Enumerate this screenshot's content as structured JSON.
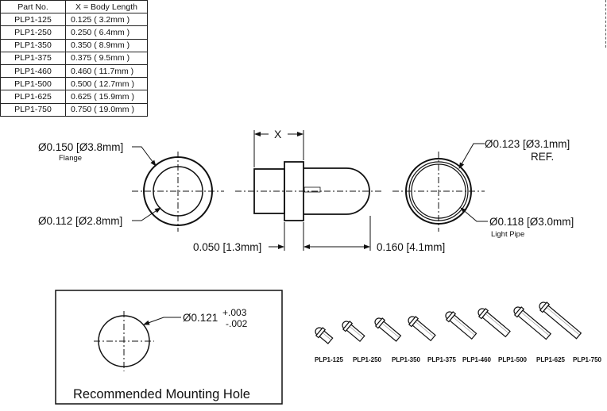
{
  "table": {
    "headers": [
      "Part No.",
      "X = Body Length"
    ],
    "rows": [
      {
        "part": "PLP1-125",
        "length": "0.125 ( 3.2mm )"
      },
      {
        "part": "PLP1-250",
        "length": "0.250 ( 6.4mm )"
      },
      {
        "part": "PLP1-350",
        "length": "0.350 ( 8.9mm )"
      },
      {
        "part": "PLP1-375",
        "length": "0.375 ( 9.5mm )"
      },
      {
        "part": "PLP1-460",
        "length": "0.460 ( 11.7mm )"
      },
      {
        "part": "PLP1-500",
        "length": "0.500 ( 12.7mm )"
      },
      {
        "part": "PLP1-625",
        "length": "0.625 ( 15.9mm )"
      },
      {
        "part": "PLP1-750",
        "length": "0.750 ( 19.0mm )"
      }
    ]
  },
  "front_view": {
    "flange_dim": "Ø0.150 [Ø3.8mm]",
    "flange_label": "Flange",
    "inner_dim": "Ø0.112 [Ø2.8mm]"
  },
  "side_view": {
    "x_label": "X",
    "left_dim": "0.050 [1.3mm]",
    "right_dim": "0.160 [4.1mm]"
  },
  "rear_view": {
    "ref_dim": "Ø0.123 [Ø3.1mm]",
    "ref_label": "REF.",
    "pipe_dim": "Ø0.118 [Ø3.0mm]",
    "pipe_label": "Light Pipe"
  },
  "mounting": {
    "dim_base": "Ø0.121",
    "tol_plus": "+.003",
    "tol_minus": "-.002",
    "title": "Recommended Mounting Hole"
  },
  "parts_lineup": [
    "PLP1-125",
    "PLP1-250",
    "PLP1-350",
    "PLP1-375",
    "PLP1-460",
    "PLP1-500",
    "PLP1-625",
    "PLP1-750"
  ]
}
